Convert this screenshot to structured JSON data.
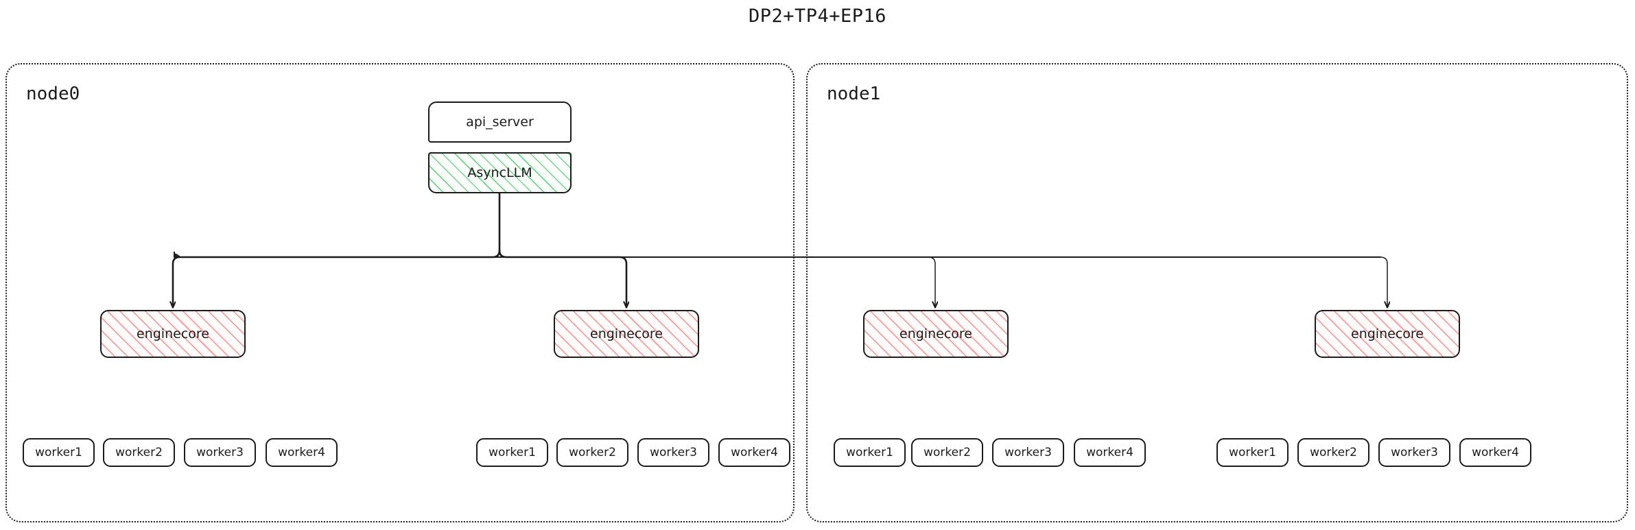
{
  "title": "DP2+TP4+EP16",
  "colors": {
    "stroke": "#1b1b1b",
    "background": "#ffffff",
    "hatch_green": "#6dcf83",
    "hatch_red": "#f09696",
    "node_border": "#1b1b1b"
  },
  "nodes": [
    {
      "id": "node0",
      "label": "node0",
      "blocks": [
        {
          "id": "api_server",
          "label": "api_server",
          "style": "plain"
        },
        {
          "id": "asyncllm",
          "label": "AsyncLLM",
          "style": "hatch-green"
        }
      ],
      "enginecores": [
        {
          "id": "node0-enginecore-0",
          "label": "enginecore"
        },
        {
          "id": "node0-enginecore-1",
          "label": "enginecore"
        }
      ],
      "worker_groups": [
        {
          "id": "node0-workers-0",
          "workers": [
            "worker1",
            "worker2",
            "worker3",
            "worker4"
          ]
        },
        {
          "id": "node0-workers-1",
          "workers": [
            "worker1",
            "worker2",
            "worker3",
            "worker4"
          ]
        }
      ]
    },
    {
      "id": "node1",
      "label": "node1",
      "blocks": [],
      "enginecores": [
        {
          "id": "node1-enginecore-0",
          "label": "enginecore"
        },
        {
          "id": "node1-enginecore-1",
          "label": "enginecore"
        }
      ],
      "worker_groups": [
        {
          "id": "node1-workers-0",
          "workers": [
            "worker1",
            "worker2",
            "worker3",
            "worker4"
          ]
        },
        {
          "id": "node1-workers-1",
          "workers": [
            "worker1",
            "worker2",
            "worker3",
            "worker4"
          ]
        }
      ]
    }
  ],
  "edges": [
    {
      "from": "asyncllm",
      "to": "node0-enginecore-0"
    },
    {
      "from": "asyncllm",
      "to": "node0-enginecore-1"
    },
    {
      "from": "asyncllm",
      "to": "node1-enginecore-0"
    },
    {
      "from": "asyncllm",
      "to": "node1-enginecore-1"
    }
  ]
}
